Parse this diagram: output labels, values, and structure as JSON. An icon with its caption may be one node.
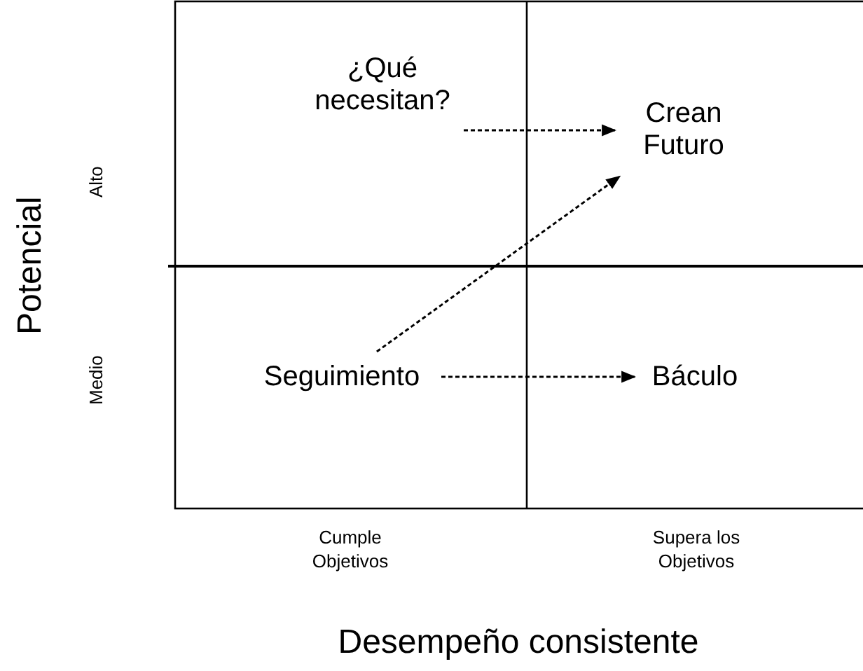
{
  "diagram": {
    "nodes": [
      {
        "text": [
          "¿Qué necesitan?"
        ]
      },
      {
        "text": [
          "Crean Futuro"
        ]
      },
      {
        "text": [
          "Seguimiento"
        ]
      },
      {
        "text": [
          "Báculo"
        ]
      }
    ],
    "edges": [
      {
        "from": 0,
        "to": 1,
        "arrow": "to",
        "style": "dashed"
      },
      {
        "from": 2,
        "to": 3,
        "arrow": "to",
        "style": "dashed"
      },
      {
        "from": 2,
        "to": 1,
        "arrow": "to",
        "style": "dashed"
      }
    ],
    "labels": [
      "Potencial",
      "Alto",
      "Medio",
      "Cumple Objetivos",
      "Supera los Objetivos",
      "Desempeño consistente"
    ]
  }
}
